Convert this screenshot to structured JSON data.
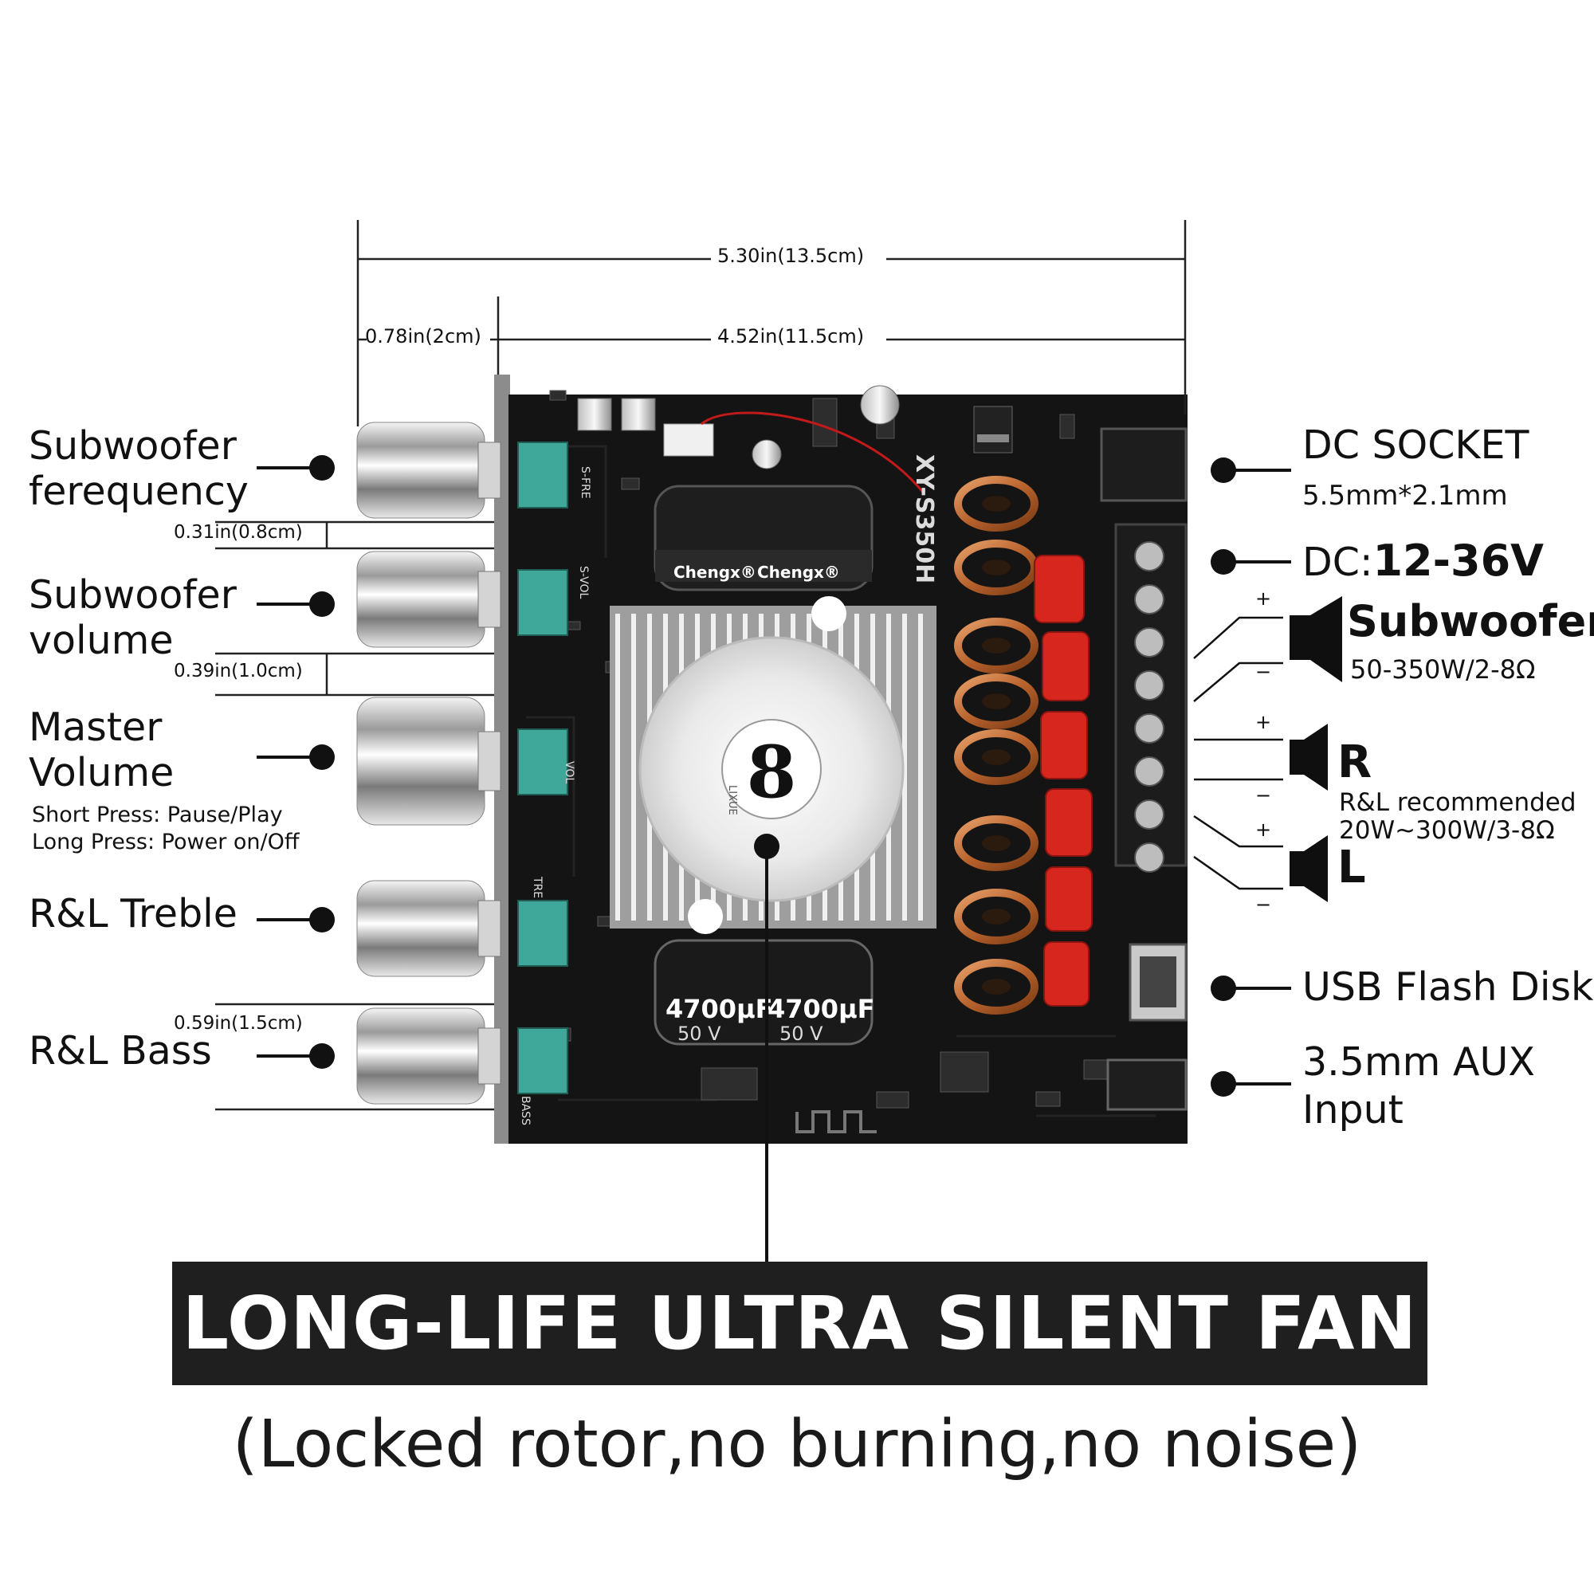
{
  "dimensions": {
    "total_width": "5.30in(13.5cm)",
    "board_width": "4.52in(11.5cm)",
    "knob_offset": "0.78in(2cm)",
    "gap_1": "0.31in(0.8cm)",
    "gap_2": "0.39in(1.0cm)",
    "gap_3": "0.59in(1.5cm)"
  },
  "left_labels": {
    "sub_freq_line1": "Subwoofer",
    "sub_freq_line2": "ferequency",
    "sub_vol_line1": "Subwoofer",
    "sub_vol_line2": "volume",
    "master_line1": "Master",
    "master_line2": "Volume",
    "master_short_press": "Short Press: Pause/Play",
    "master_long_press": "Long Press: Power on/Off",
    "treble": "R&L Treble",
    "bass": "R&L Bass"
  },
  "right_labels": {
    "dc_socket": "DC SOCKET",
    "dc_socket_size": "5.5mm*2.1mm",
    "dc_prefix": "DC:",
    "dc_voltage": "12-36V",
    "subwoofer": "Subwoofer",
    "subwoofer_spec": "50-350W/2-8Ω",
    "right_channel": "R",
    "rl_recommended_1": "R&L recommended",
    "rl_recommended_2": "20W~300W/3-8Ω",
    "left_channel": "L",
    "usb": "USB Flash Disk",
    "aux_line1": "3.5mm AUX",
    "aux_line2": "Input",
    "plus": "+",
    "minus": "−"
  },
  "board_markings": {
    "model": "XY-S350H",
    "cap_brand": "Chengx®",
    "cap_value": "4700μF",
    "cap_voltage": "50 V",
    "fan_logo_text": "LIXUE",
    "pot_sfre": "S-FRE",
    "pot_svol": "S-VOL",
    "pot_vol": "VOL",
    "pot_tre": "TRE",
    "pot_bass": "BASS"
  },
  "banner": {
    "title": "LONG-LIFE ULTRA SILENT FAN",
    "subtitle": "(Locked rotor,no burning,no noise)"
  },
  "colors": {
    "board": "#141414",
    "banner_bg": "#1f1f1f",
    "capacitor_red": "#d7261e",
    "coil_copper": "#c0703a",
    "pot_teal": "#3fa89a",
    "knob_chrome": "#d9d9d9"
  }
}
